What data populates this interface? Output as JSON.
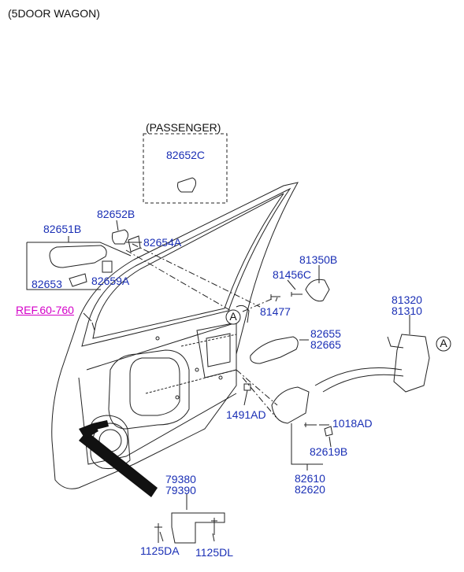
{
  "header": {
    "title": "(5DOOR WAGON)"
  },
  "variant": {
    "label": "(PASSENGER)"
  },
  "reference": {
    "label": "REF.60-760"
  },
  "callout": {
    "letter": "A"
  },
  "colors": {
    "part_number": "#1a2fb5",
    "reference": "#d400c8",
    "line": "#222222"
  },
  "parts": {
    "p82652C": "82652C",
    "p82652B": "82652B",
    "p82651B": "82651B",
    "p82654A": "82654A",
    "p82653": "82653",
    "p82659A": "82659A",
    "p81350B": "81350B",
    "p81456C": "81456C",
    "p81477": "81477",
    "p81320": "81320",
    "p81310": "81310",
    "p82655": "82655",
    "p82665": "82665",
    "p1491AD": "1491AD",
    "p1018AD": "1018AD",
    "p82619B": "82619B",
    "p82610": "82610",
    "p82620": "82620",
    "p79380": "79380",
    "p79390": "79390",
    "p1125DA": "1125DA",
    "p1125DL": "1125DL"
  }
}
